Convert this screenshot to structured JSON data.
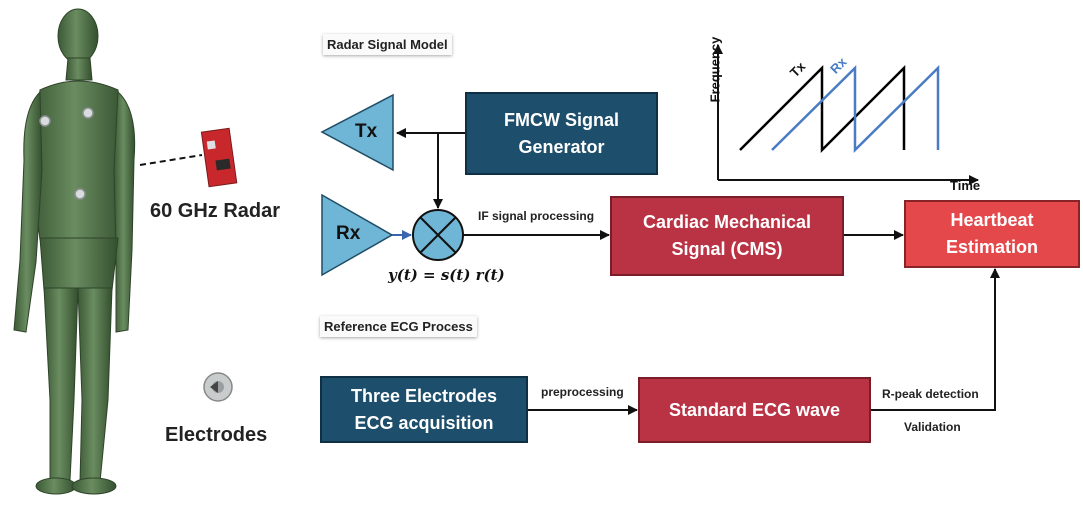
{
  "left_panel": {
    "radar_label": "60 GHz Radar",
    "electrodes_label": "Electrodes"
  },
  "sections": {
    "radar_title": "Radar Signal Model",
    "ecg_title": "Reference ECG Process"
  },
  "antennas": {
    "tx": "Tx",
    "rx": "Rx"
  },
  "mixer_equation": "y(t) = s(t) r(t)",
  "blocks": {
    "fmcw": "FMCW Signal\nGenerator",
    "cms": "Cardiac Mechanical\nSignal (CMS)",
    "heartbeat": "Heartbeat\nEstimation",
    "electrodes_acq": "Three Electrodes\nECG acquisition",
    "standard_ecg": "Standard ECG wave"
  },
  "edges": {
    "if_processing": "IF signal processing",
    "preprocessing": "preprocessing",
    "rpeak": "R-peak detection",
    "validation": "Validation"
  },
  "chirp_plot": {
    "y_axis": "Frequency",
    "x_axis": "Time",
    "tx_label": "Tx",
    "rx_label": "Rx",
    "tx_color": "#000000",
    "rx_color": "#4a7cc4"
  },
  "colors": {
    "navy": "#1d4e6b",
    "crimson": "#b93345",
    "red": "#e5484b",
    "antenna": "#6fb6d6",
    "body": "#4f7047"
  }
}
